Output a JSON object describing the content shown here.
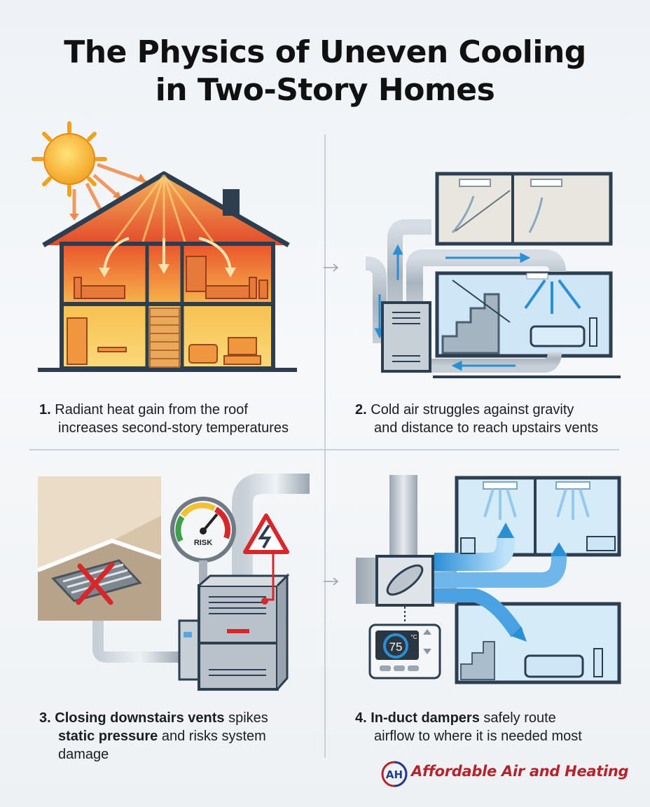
{
  "title": {
    "line1": "The Physics of Uneven Cooling",
    "line2": "in Two-Story Homes"
  },
  "panels": [
    {
      "number": "1.",
      "text_a": "Radiant heat gain from the roof",
      "text_b": "increases second-story temperatures"
    },
    {
      "number": "2.",
      "text_a": "Cold air struggles against gravity",
      "text_b": "and distance to reach upstairs vents"
    },
    {
      "number": "3.",
      "bold_a": "Closing downstairs vents",
      "text_a": " spikes",
      "bold_b": "static pressure",
      "text_b": " and risks system",
      "text_c": "damage",
      "gauge_label": "RISK"
    },
    {
      "number": "4.",
      "bold_a": "In-duct dampers",
      "text_a": " safely route",
      "text_b": "airflow to where it is needed most",
      "thermostat_value": "75",
      "thermostat_unit": "°C"
    }
  ],
  "logo": {
    "mark": "AH",
    "text": "Affordable Air and Heating"
  },
  "colors": {
    "heat": "#f08a24",
    "cool": "#2b8fd6",
    "danger": "#d8262a",
    "outline": "#2c3e50"
  },
  "icons": [
    "sun-icon",
    "house-icon",
    "furnace-icon",
    "gauge-icon",
    "warning-icon",
    "thermostat-icon",
    "damper-icon",
    "vent-icon"
  ]
}
